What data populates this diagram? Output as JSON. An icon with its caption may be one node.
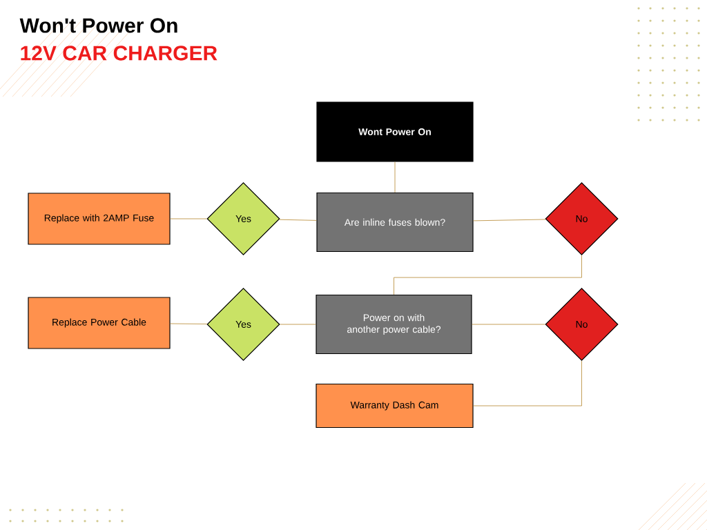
{
  "diagram": {
    "title": "Won't Power On",
    "nodes": [
      {
        "text": [
          "Wont Power On"
        ]
      },
      {
        "text": [
          "Replace with 2AMP Fuse"
        ]
      },
      {
        "text": [
          "Yes"
        ]
      },
      {
        "text": [
          "Are inline fuses blown?"
        ]
      },
      {
        "text": [
          "No"
        ]
      },
      {
        "text": [
          "Replace Power Cable"
        ]
      },
      {
        "text": [
          "Yes"
        ]
      },
      {
        "text": [
          "Power on with another power cable?"
        ]
      },
      {
        "text": [
          "No"
        ]
      },
      {
        "text": [
          "Warranty Dash Cam"
        ]
      }
    ],
    "edges": [
      {
        "from": 0,
        "to": 3,
        "arrow": "none"
      },
      {
        "from": 3,
        "to": 2,
        "arrow": "none"
      },
      {
        "from": 2,
        "to": 1,
        "arrow": "none"
      },
      {
        "from": 3,
        "to": 4,
        "arrow": "none"
      },
      {
        "from": 4,
        "to": 7,
        "arrow": "none"
      },
      {
        "from": 7,
        "to": 6,
        "arrow": "none"
      },
      {
        "from": 6,
        "to": 5,
        "arrow": "none"
      },
      {
        "from": 7,
        "to": 8,
        "arrow": "none"
      },
      {
        "from": 8,
        "to": 9,
        "arrow": "none"
      }
    ],
    "labels": [
      "12V CAR CHARGER"
    ]
  }
}
